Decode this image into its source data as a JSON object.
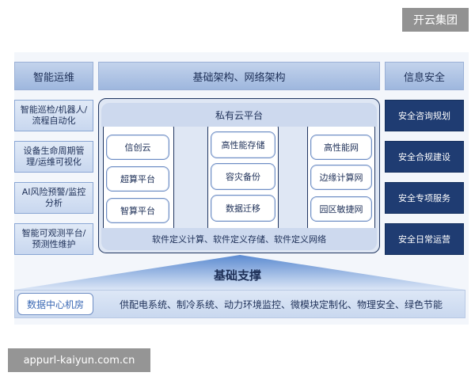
{
  "watermarks": {
    "top_right": "开云集团",
    "bottom_left": "appurl-kaiyun.com.cn"
  },
  "headers": {
    "left": "智能运维",
    "center": "基础架构、网络架构",
    "right": "信息安全"
  },
  "ops_items": [
    "智能巡检/机器人/流程自动化",
    "设备生命周期管理/运维可视化",
    "AI风险预警/监控分析",
    "智能可观测平台/预测性维护"
  ],
  "security_items": [
    "安全咨询规划",
    "安全合规建设",
    "安全专项服务",
    "安全日常运营"
  ],
  "private_cloud": {
    "title": "私有云平台",
    "columns": [
      [
        "信创云",
        "超算平台",
        "智算平台"
      ],
      [
        "高性能存储",
        "容灾备份",
        "数据迁移"
      ],
      [
        "高性能网",
        "边缘计算网",
        "园区敏捷网"
      ]
    ],
    "software_defined": "软件定义计算、软件定义存储、软件定义网络"
  },
  "foundation": {
    "title": "基础支撑",
    "dc_label": "数据中心机房",
    "dc_items": "供配电系统、制冷系统、动力环境监控、微模块定制化、物理安全、绿色节能"
  },
  "colors": {
    "header_blue": "#9eb7de",
    "dark_navy": "#1f3c72",
    "light_box": "#dfe7f4",
    "text_dark": "#1d2f57"
  }
}
